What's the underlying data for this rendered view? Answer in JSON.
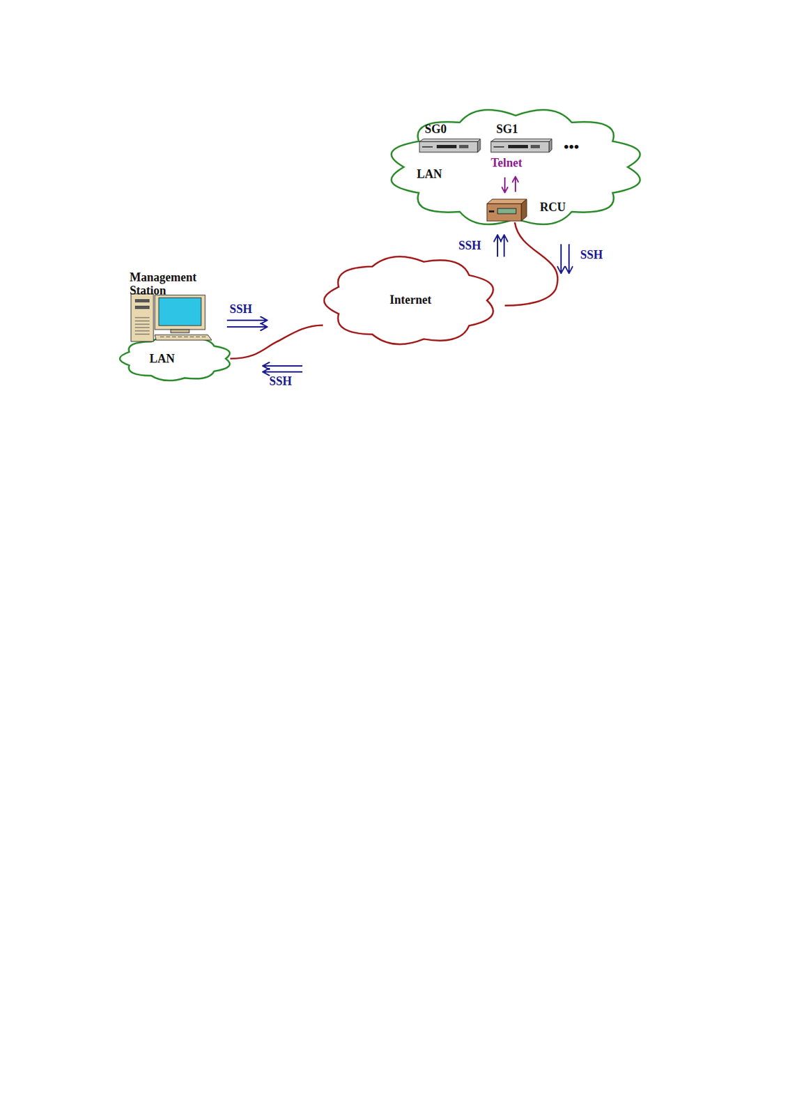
{
  "diagram": {
    "nodes": [
      {
        "text": [
          "LAN"
        ]
      },
      {
        "text": [
          "SG0"
        ],
        "in": 0
      },
      {
        "text": [
          "SG1"
        ],
        "in": 0
      },
      {
        "text": [
          "RCU"
        ],
        "in": 0
      },
      {
        "text": [
          "Internet"
        ]
      },
      {
        "text": [
          "LAN"
        ]
      },
      {
        "text": [
          "Management Station"
        ]
      }
    ],
    "edges": [
      {
        "from": 3,
        "to": 4,
        "arrow": "none"
      },
      {
        "from": 5,
        "to": 4,
        "arrow": "none"
      }
    ],
    "labels": [
      "Telnet",
      "SSH",
      "SSH",
      "SSH",
      "SSH",
      "•••"
    ]
  }
}
